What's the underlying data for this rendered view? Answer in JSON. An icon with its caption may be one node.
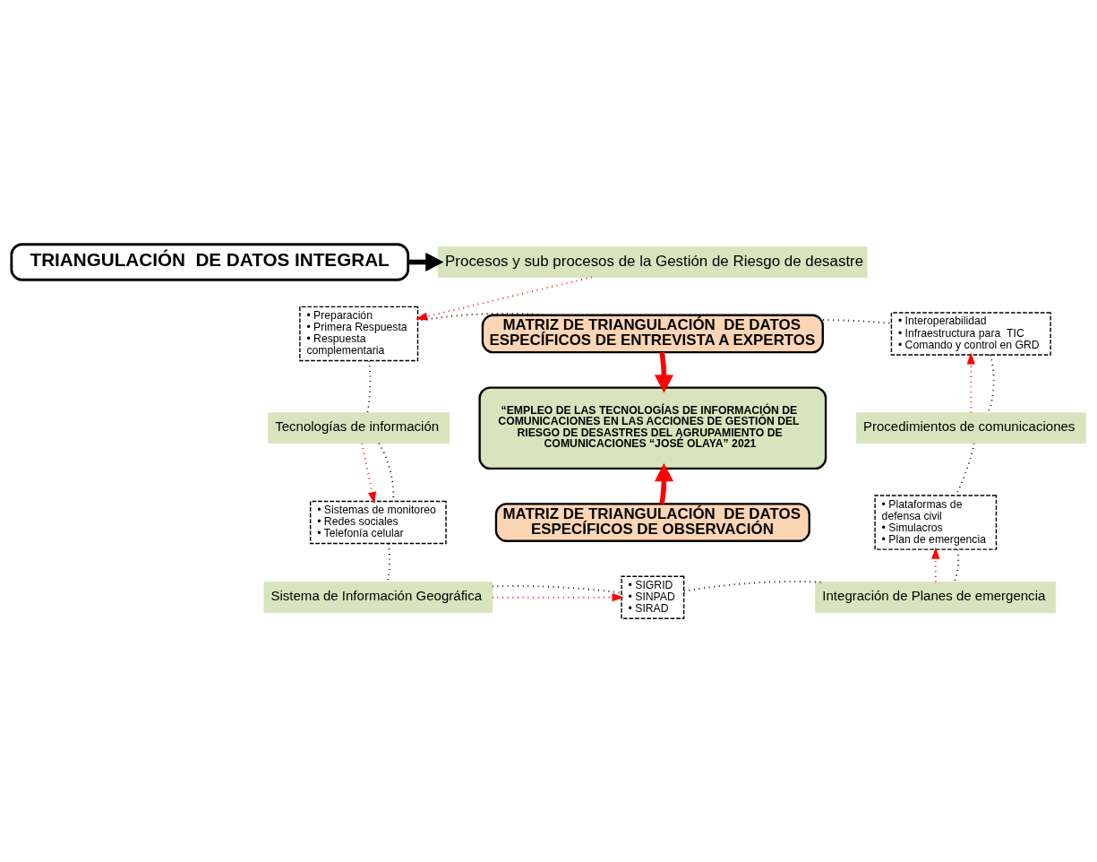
{
  "diagram": {
    "nodes": [
      {
        "text": [
          "TRIANGULACIÓN  DE DATOS INTEGRAL"
        ]
      },
      {
        "text": [
          "Procesos y sub procesos de la Gestión de Riesgo de desastre"
        ]
      },
      {
        "text": [
          "MATRIZ DE TRIANGULACIÓN  DE DATOS ESPECÍFICOS DE ENTREVISTA A EXPERTOS"
        ]
      },
      {
        "text": [
          "• Preparación",
          "• Primera Respuesta",
          "• Respuesta complementaria"
        ]
      },
      {
        "text": [
          "• Interoperabilidad",
          "• Infraestructura para  TIC",
          "• Comando y control en GRD"
        ]
      },
      {
        "text": [
          "“EMPLEO DE LAS TECNOLOGÍAS DE INFORMACIÓN DE COMUNICACIONES EN LAS ACCIONES DE GESTIÓN DEL RIESGO DE DESASTRES DEL AGRUPAMIENTO DE COMUNICACIONES “JOSÉ OLAYA” 2021"
        ]
      },
      {
        "text": [
          "Tecnologías de información"
        ]
      },
      {
        "text": [
          "Procedimientos de comunicaciones"
        ]
      },
      {
        "text": [
          "• Sistemas de monitoreo",
          "• Redes sociales",
          "• Telefonía celular"
        ]
      },
      {
        "text": [
          "• Plataformas de defensa civil",
          "• Simulacros",
          "• Plan de emergencia"
        ]
      },
      {
        "text": [
          "MATRIZ DE TRIANGULACIÓN  DE DATOS ESPECÍFICOS DE OBSERVACIÓN"
        ]
      },
      {
        "text": [
          "Sistema de Información Geográfica"
        ]
      },
      {
        "text": [
          "• SIGRID",
          "• SINPAD",
          "• SIRAD"
        ]
      },
      {
        "text": [
          "Integración de Planes de emergencia"
        ]
      }
    ],
    "edges": [
      {
        "from": 0,
        "to": 1,
        "arrow": "to",
        "style": "thick"
      },
      {
        "from": 2,
        "to": 5,
        "arrow": "to",
        "style": "thick",
        "color": "#ff0000"
      },
      {
        "from": 10,
        "to": 5,
        "arrow": "to",
        "style": "thick",
        "color": "#ff0000"
      },
      {
        "from": 1,
        "to": 3,
        "arrow": "to",
        "style": "dashed",
        "color": "#ff0000"
      },
      {
        "from": 6,
        "to": 8,
        "arrow": "to",
        "style": "dashed",
        "color": "#ff0000"
      },
      {
        "from": 7,
        "to": 4,
        "arrow": "to",
        "style": "dashed",
        "color": "#ff0000"
      },
      {
        "from": 11,
        "to": 12,
        "arrow": "to",
        "style": "dashed",
        "color": "#ff0000"
      },
      {
        "from": 13,
        "to": 9,
        "arrow": "to",
        "style": "dashed",
        "color": "#ff0000"
      },
      {
        "from": 2,
        "to": 3,
        "arrow": "none",
        "style": "dashed"
      },
      {
        "from": 3,
        "to": 6,
        "arrow": "none",
        "style": "dashed"
      },
      {
        "from": 6,
        "to": 8,
        "arrow": "none",
        "style": "dashed"
      },
      {
        "from": 8,
        "to": 11,
        "arrow": "none",
        "style": "dashed"
      },
      {
        "from": 11,
        "to": 12,
        "arrow": "none",
        "style": "dashed"
      },
      {
        "from": 12,
        "to": 13,
        "arrow": "none",
        "style": "dashed"
      },
      {
        "from": 9,
        "to": 13,
        "arrow": "none",
        "style": "dashed"
      },
      {
        "from": 7,
        "to": 9,
        "arrow": "none",
        "style": "dashed"
      },
      {
        "from": 4,
        "to": 7,
        "arrow": "none",
        "style": "dashed"
      },
      {
        "from": 2,
        "to": 4,
        "arrow": "none",
        "style": "dashed"
      }
    ]
  }
}
